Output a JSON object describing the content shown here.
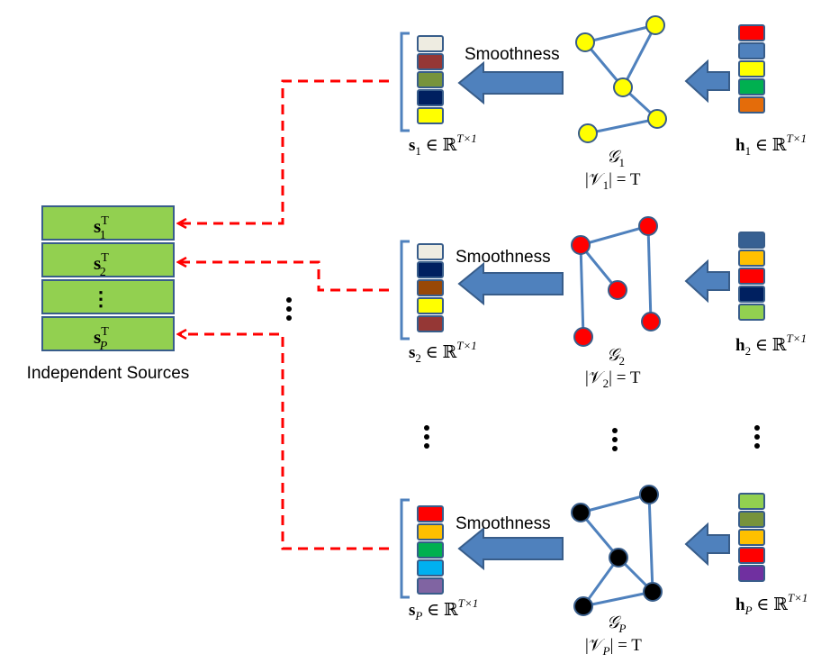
{
  "sources_box": {
    "label": "Independent Sources",
    "rows": [
      {
        "main": "s",
        "sup": "T",
        "sub": "1"
      },
      {
        "main": "s",
        "sup": "T",
        "sub": "2"
      },
      {
        "main": "⋮",
        "sup": "",
        "sub": ""
      },
      {
        "main": "s",
        "sup": "T",
        "sub": "P"
      }
    ],
    "fill_color": "#92d050"
  },
  "rows": [
    {
      "smoothness_label": "Smoothness",
      "s_label": {
        "main": "s",
        "sub": "1",
        "rest": " ∈ ℝ",
        "sup": "T×1"
      },
      "h_label": {
        "main": "h",
        "sub": "1",
        "rest": " ∈ ℝ",
        "sup": "T×1"
      },
      "graph_label": {
        "main": "𝒢",
        "sub": "1"
      },
      "vertex_label": {
        "pre": "|𝒱",
        "sub": "1",
        "post": "| = T"
      },
      "node_color": "#ffff00",
      "s_colors": [
        "#eeece1",
        "#953735",
        "#77933c",
        "#002060",
        "#ffff00"
      ],
      "h_colors": [
        "#ff0000",
        "#4f81bd",
        "#ffff00",
        "#00b050",
        "#e46c0a"
      ]
    },
    {
      "smoothness_label": "Smoothness",
      "s_label": {
        "main": "s",
        "sub": "2",
        "rest": " ∈ ℝ",
        "sup": "T×1"
      },
      "h_label": {
        "main": "h",
        "sub": "2",
        "rest": " ∈ ℝ",
        "sup": "T×1"
      },
      "graph_label": {
        "main": "𝒢",
        "sub": "2"
      },
      "vertex_label": {
        "pre": "|𝒱",
        "sub": "2",
        "post": "| = T"
      },
      "node_color": "#ff0000",
      "s_colors": [
        "#eeece1",
        "#002060",
        "#984807",
        "#ffff00",
        "#953735"
      ],
      "h_colors": [
        "#376092",
        "#ffc000",
        "#ff0000",
        "#002060",
        "#92d050"
      ]
    },
    {
      "smoothness_label": "Smoothness",
      "s_label": {
        "main": "s",
        "sub": "P",
        "rest": "  ∈ ℝ",
        "sup": "T×1"
      },
      "h_label": {
        "main": "h",
        "sub": "P",
        "rest": " ∈ ℝ",
        "sup": "T×1"
      },
      "graph_label": {
        "main": "𝒢",
        "sub": "P"
      },
      "vertex_label": {
        "pre": "|𝒱",
        "sub": "P",
        "post": "| = T"
      },
      "node_color": "#000000",
      "s_colors": [
        "#ff0000",
        "#ffc000",
        "#00b050",
        "#00b0f0",
        "#8064a2"
      ],
      "h_colors": [
        "#92d050",
        "#77933c",
        "#ffc000",
        "#ff0000",
        "#7030a0"
      ]
    }
  ],
  "colors": {
    "arrow_fill": "#4f81bd",
    "arrow_stroke": "#385d8a",
    "dashed_line": "#ff0000",
    "edge": "#4f81bd",
    "bracket": "#4f81bd"
  }
}
